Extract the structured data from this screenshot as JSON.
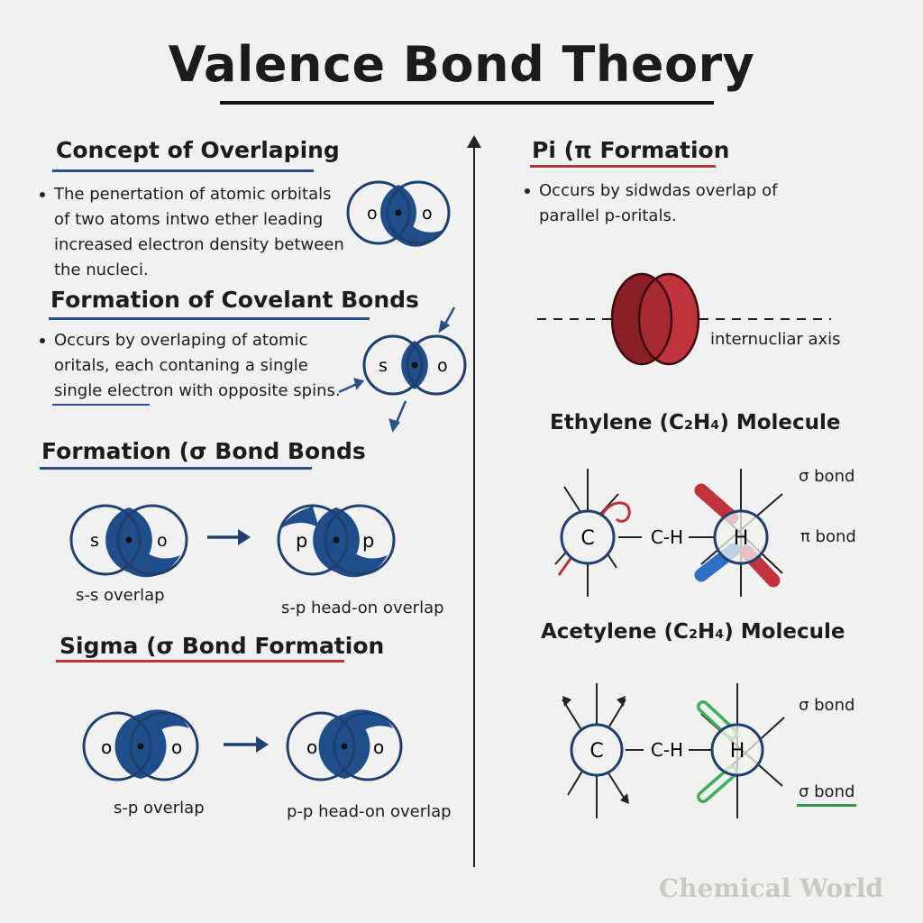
{
  "title": "Valence Bond Theory",
  "left": {
    "overlap": {
      "heading": "Concept of Overlaping",
      "lines": [
        "The penertation of atomic orbitals",
        "of two atoms intwo ether leading",
        "increased electron density between",
        "the nucleci."
      ],
      "orbital_labels": [
        "o",
        "o"
      ]
    },
    "covalent": {
      "heading": "Formation of Covelant Bonds",
      "lines": [
        "Occurs by overlaping of atomic",
        "oritals, each contaning a single",
        "single electron with opposite spins."
      ],
      "orbital_labels": [
        "s",
        "o"
      ]
    },
    "sigma_bonds": {
      "heading": "Formation (σ Bond Bonds",
      "pair1_labels": [
        "s",
        "o"
      ],
      "pair2_labels": [
        "p",
        "p"
      ],
      "caption1": "s-s overlap",
      "caption2": "s-p head-on overlap"
    },
    "sigma_formation": {
      "heading": "Sigma (σ Bond Formation",
      "pair1_labels": [
        "o",
        "o"
      ],
      "pair2_labels": [
        "o",
        "o"
      ],
      "caption1": "s-p overlap",
      "caption2": "p-p head-on overlap"
    }
  },
  "right": {
    "pi": {
      "heading": "Pi (π Formation",
      "lines": [
        "Occurs by sidwdas overlap of",
        "parallel p-oritals."
      ],
      "axis_label": "internucliar axis"
    },
    "ethylene": {
      "name": "Ethylene (C₂H₄) Molecule",
      "atom1": "C",
      "bond": "C-H",
      "atom2": "H",
      "label_top": "σ bond",
      "label_mid": "π bond"
    },
    "acetylene": {
      "name": "Acetylene (C₂H₄) Molecule",
      "atom1": "C",
      "bond": "C-H",
      "atom2": "H",
      "label_top": "σ bond",
      "label_bottom": "σ bond"
    }
  },
  "watermark": "Chemical World",
  "colors": {
    "navy": "#1f3f70",
    "overlap_blue": "#1f4e8a",
    "red": "#b8333a",
    "dark_red": "#7a1c22",
    "green": "#3fae5a"
  }
}
